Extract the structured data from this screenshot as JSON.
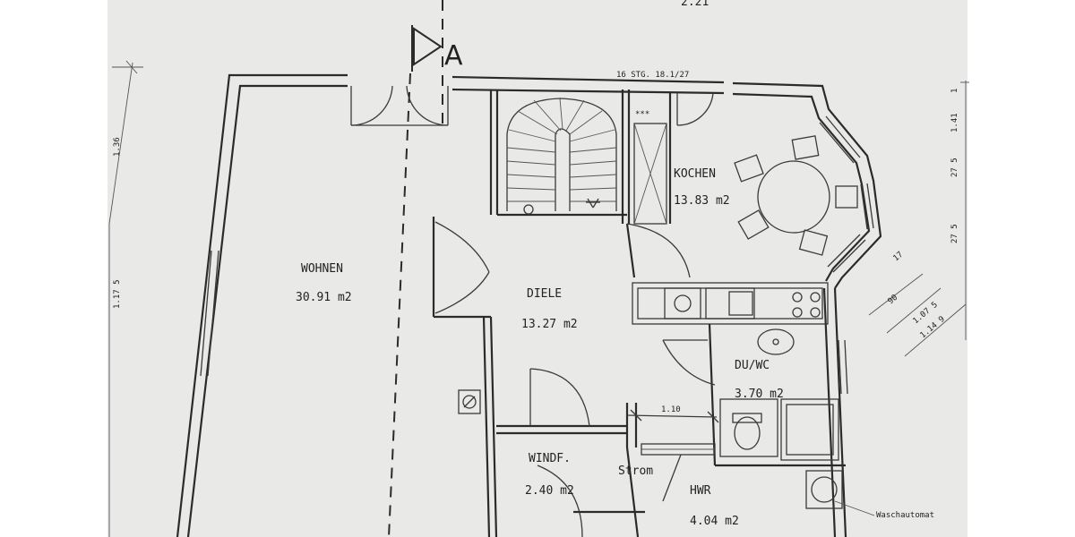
{
  "section_marker": "A",
  "stairs_note": "16 STG. 18.1/27",
  "top_dimension": "2.21",
  "rooms": {
    "wohnen": {
      "name": "WOHNEN",
      "area": "30.91 m2"
    },
    "kochen": {
      "name": "KOCHEN",
      "area": "13.83 m2"
    },
    "diele": {
      "name": "DIELE",
      "area": "13.27 m2"
    },
    "du_wc": {
      "name": "DU/WC",
      "area": "3.70 m2"
    },
    "windf": {
      "name": "WINDF.",
      "area": "2.40 m2"
    },
    "hwr": {
      "name": "HWR",
      "area": "4.04 m2"
    }
  },
  "labels": {
    "strom": "Strom",
    "waschautomat": "Waschautomat",
    "opening_width": "1.10",
    "stove_marks": "***"
  },
  "dimensions": {
    "left_1": "1.17 5",
    "left_2": "1.36",
    "right_1": "1.41",
    "right_2": "27 5",
    "right_3": "27 5",
    "right_4": "1",
    "diag_1": "17",
    "diag_2": "90",
    "diag_3": "1.07 5",
    "diag_4": "1.14 9"
  }
}
